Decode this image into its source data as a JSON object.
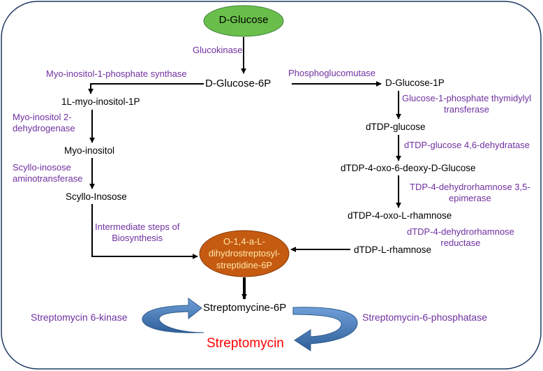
{
  "colors": {
    "compound": "#000000",
    "enzyme": "#7030a0",
    "glucose_fill": "#6abf4b",
    "intermediate_fill": "#c55a11",
    "intermediate_text": "#ffe9a8",
    "product": "#ff0000",
    "cycle_arrow": "#4f81bd",
    "frame": "#1f3864"
  },
  "nodes": {
    "d_glucose": "D-Glucose",
    "d_glucose_6p": "D-Glucose-6P",
    "d_glucose_1p": "D-Glucose-1P",
    "myo_inositol_1p": "1L-myo-inositol-1P",
    "myo_inositol": "Myo-inositol",
    "scyllo_inosose": "Scyllo-Inosose",
    "dtdp_glucose": "dTDP-glucose",
    "dtdp_oxo_deoxy_glucose": "dTDP-4-oxo-6-deoxy-D-Glucose",
    "dtdp_oxo_rhamnose": "dTDP-4-oxo-L-rhamnose",
    "dtdp_l_rhamnose": "dTDP-L-rhamnose",
    "intermediate": [
      "O-1,4-a-L-",
      "dihydrostreptosyl-",
      "streptidine-6P"
    ],
    "streptomycine_6p": "Streptomycine-6P",
    "streptomycin": "Streptomycin"
  },
  "enzymes": {
    "glucokinase": "Glucokinase",
    "myo_inositol_1p_synthase": "Myo-inositol-1-phosphate synthase",
    "phosphoglucomutase": "Phosphoglucomutase",
    "myo_inositol_dehydrogenase": [
      "Myo-inositol 2-",
      "dehydrogenase"
    ],
    "scyllo_inosose_aminotransferase": [
      "Scyllo-inosose",
      "aminotransferase"
    ],
    "intermediate_steps": [
      "Intermediate steps of",
      "Biosynthesis"
    ],
    "g1p_thymidylyl_transferase": [
      "Glucose-1-phosphate thymidylyl",
      "transferase"
    ],
    "dtdp_glucose_dehydratase": "dTDP-glucose 4,6-dehydratase",
    "dehydrorhamnose_epimerase": [
      "TDP-4-dehydrorhamnose 3,5-",
      "epimerase"
    ],
    "dehydrorhamnose_reductase": [
      "dTDP-4-dehydrorhamnose",
      "reductase"
    ],
    "streptomycin_6_kinase": "Streptomycin 6-kinase",
    "streptomycin_6_phosphatase": "Streptomycin-6-phosphatase"
  }
}
